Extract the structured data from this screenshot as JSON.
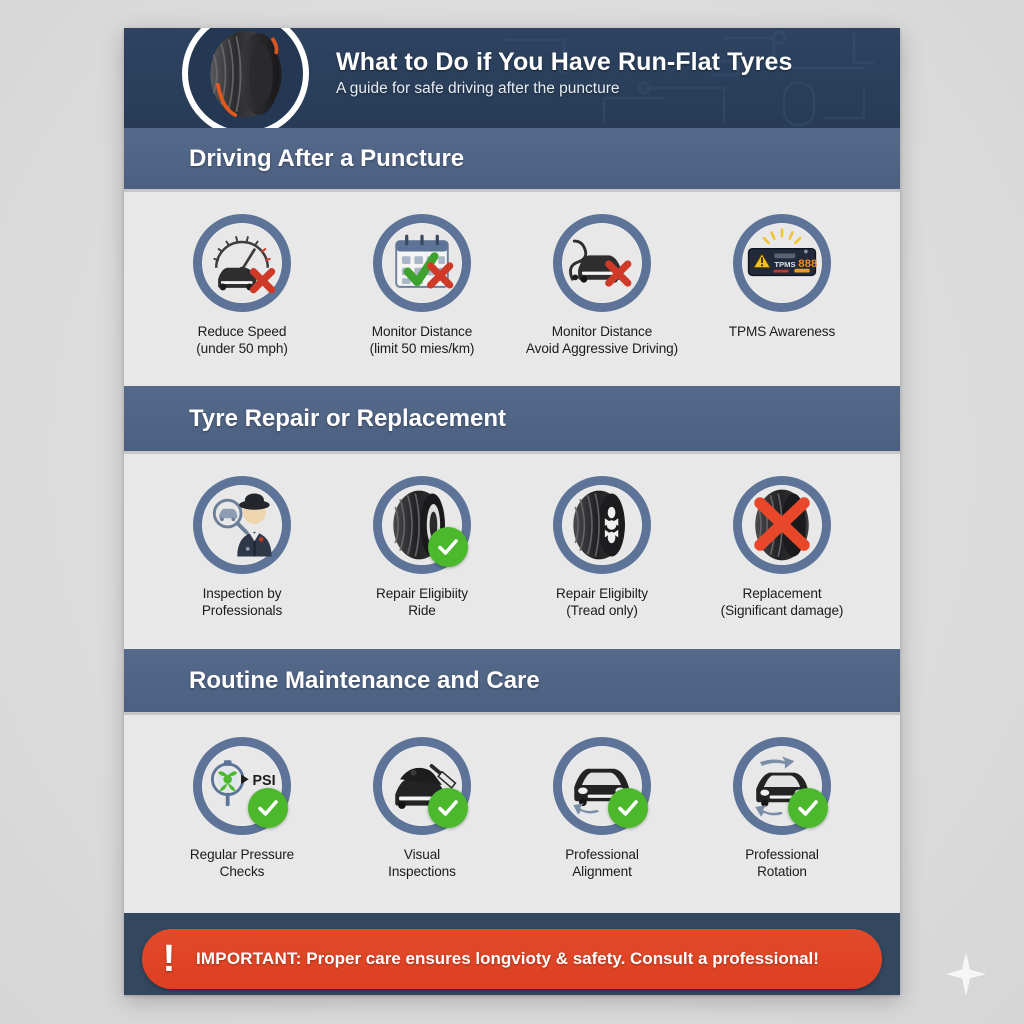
{
  "poster": {
    "header": {
      "logo_icon": "tyre-icon",
      "title": "What to Do if You Have Run-Flat Tyres",
      "subtitle": "A guide for safe driving after the puncture",
      "background_color": "#2b4058",
      "decoration": "circuit-pattern"
    },
    "sections": [
      {
        "title": "Driving After a Puncture",
        "band_color": "#50688a",
        "items": [
          {
            "icon": "speedometer-car-icon",
            "badge": "red-x",
            "line1": "Reduce Speed",
            "line2": "(under 50 mph)"
          },
          {
            "icon": "calendar-icon",
            "badge": "green-check-red-x",
            "line1": "Monitor Distance",
            "line2": "(limit 50 mies/km)"
          },
          {
            "icon": "swerving-car-icon",
            "badge": "red-x",
            "line1": "Monitor Distance",
            "line2": "Avoid Aggressive Driving)"
          },
          {
            "icon": "tpms-dashboard-warning-icon",
            "badge": "none",
            "line1": "TPMS Awareness",
            "line2": ""
          }
        ]
      },
      {
        "title": "Tyre Repair or Replacement",
        "band_color": "#50688a",
        "items": [
          {
            "icon": "mechanic-inspection-icon",
            "badge": "none",
            "line1": "Inspection by",
            "line2": "Professionals"
          },
          {
            "icon": "tyre-icon",
            "badge": "green-check",
            "line1": "Repair Eligibiity",
            "line2": "Ride"
          },
          {
            "icon": "tyre-puncture-icon",
            "badge": "none",
            "line1": "Repair Eligibilty",
            "line2": "(Tread only)"
          },
          {
            "icon": "tyre-icon",
            "badge": "red-x",
            "line1": "Replacement",
            "line2": "(Significant damage)"
          }
        ]
      },
      {
        "title": "Routine Maintenance and Care",
        "band_color": "#50688a",
        "items": [
          {
            "icon": "pressure-gauge-icon",
            "badge": "green-check",
            "line1": "Regular Pressure",
            "line2": "Checks",
            "gauge_label": "PSI"
          },
          {
            "icon": "visual-inspection-car-icon",
            "badge": "green-check",
            "line1": "Visual",
            "line2": "Inspections"
          },
          {
            "icon": "wheel-alignment-car-icon",
            "badge": "green-check",
            "line1": "Professional",
            "line2": "Alignment"
          },
          {
            "icon": "tyre-rotation-car-icon",
            "badge": "green-check",
            "line1": "Professional",
            "line2": "Rotation"
          }
        ]
      }
    ],
    "footer": {
      "icon": "exclamation-icon",
      "bang": "!",
      "lead": "IMPORTANT:",
      "rest": " Proper care ensures longvioty & safety. Consult a professional!",
      "banner_color": "#e0441f",
      "background_color": "#33475f"
    }
  },
  "canvas": {
    "background_color": "#dedede",
    "sparkle_icon": "sparkle-icon"
  },
  "tpms_display": {
    "label": "TPMS",
    "digits": "888"
  }
}
